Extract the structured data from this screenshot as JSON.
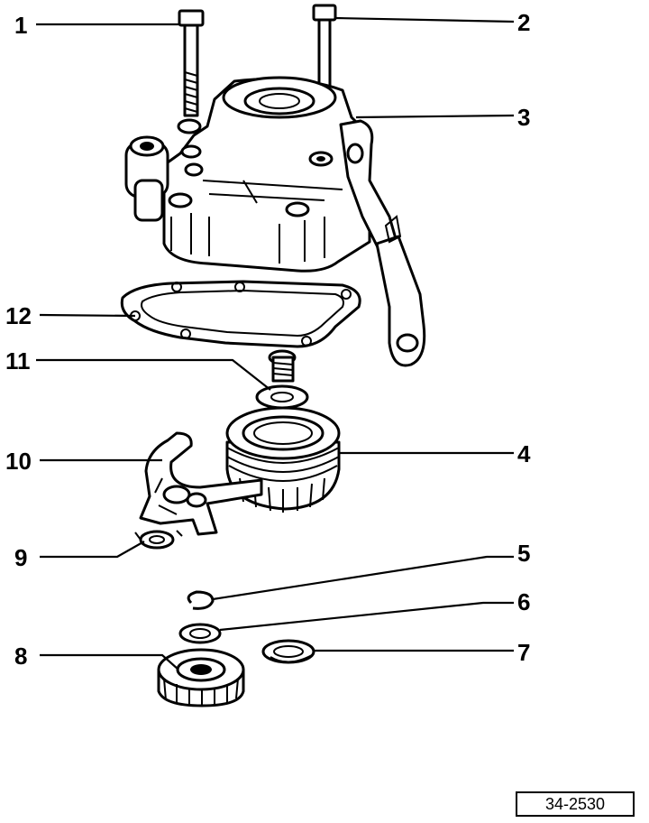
{
  "callouts": [
    "1",
    "2",
    "3",
    "4",
    "5",
    "6",
    "7",
    "8",
    "9",
    "10",
    "11",
    "12"
  ],
  "reference_number": "34-2530"
}
